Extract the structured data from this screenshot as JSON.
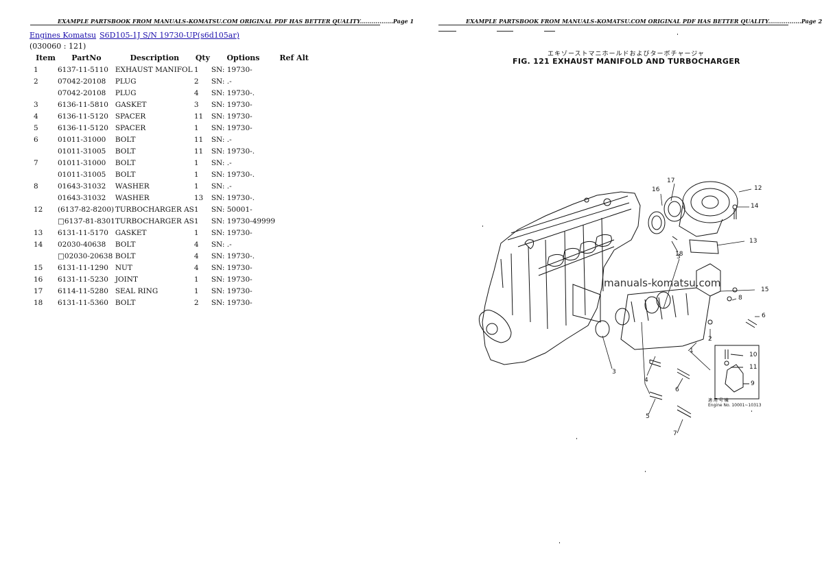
{
  "header": {
    "left": "EXAMPLE PARTSBOOK FROM MANUALS-KOMATSU.COM ORIGINAL PDF HAS BETTER QUALITY.................Page 1",
    "right": "EXAMPLE PARTSBOOK FROM MANUALS-KOMATSU.COM ORIGINAL PDF HAS BETTER QUALITY.................Page 2"
  },
  "breadcrumb": {
    "link1": "Engines Komatsu",
    "link2": "S6D105-1J S/N 19730-UP(s6d105ar)"
  },
  "ref_code": "(030060 : 121)",
  "table": {
    "headers": {
      "item": "Item",
      "partno": "PartNo",
      "description": "Description",
      "qty": "Qty",
      "options": "Options",
      "refalt": "Ref Alt"
    },
    "rows": [
      {
        "item": "1",
        "partno": "6137-11-5110",
        "description": "EXHAUST MANIFOL",
        "qty": "1",
        "options": "SN: 19730-",
        "refalt": ""
      },
      {
        "item": "2",
        "partno": "07042-20108",
        "description": "PLUG",
        "qty": "2",
        "options": "SN: .-",
        "refalt": ""
      },
      {
        "item": "",
        "partno": "07042-20108",
        "description": "PLUG",
        "qty": "4",
        "options": "SN: 19730-.",
        "refalt": ""
      },
      {
        "item": "3",
        "partno": "6136-11-5810",
        "description": "GASKET",
        "qty": "3",
        "options": "SN: 19730-",
        "refalt": ""
      },
      {
        "item": "4",
        "partno": "6136-11-5120",
        "description": "SPACER",
        "qty": "11",
        "options": "SN: 19730-",
        "refalt": ""
      },
      {
        "item": "5",
        "partno": "6136-11-5120",
        "description": "SPACER",
        "qty": "1",
        "options": "SN: 19730-",
        "refalt": ""
      },
      {
        "item": "6",
        "partno": "01011-31000",
        "description": "BOLT",
        "qty": "11",
        "options": "SN: .-",
        "refalt": ""
      },
      {
        "item": "",
        "partno": "01011-31005",
        "description": "BOLT",
        "qty": "11",
        "options": "SN: 19730-.",
        "refalt": ""
      },
      {
        "item": "7",
        "partno": "01011-31000",
        "description": "BOLT",
        "qty": "1",
        "options": "SN: .-",
        "refalt": ""
      },
      {
        "item": "",
        "partno": "01011-31005",
        "description": "BOLT",
        "qty": "1",
        "options": "SN: 19730-.",
        "refalt": ""
      },
      {
        "item": "8",
        "partno": "01643-31032",
        "description": "WASHER",
        "qty": "1",
        "options": "SN: .-",
        "refalt": ""
      },
      {
        "item": "",
        "partno": "01643-31032",
        "description": "WASHER",
        "qty": "13",
        "options": "SN: 19730-.",
        "refalt": ""
      },
      {
        "item": "12",
        "partno": "(6137-82-8200)",
        "description": "TURBOCHARGER AS",
        "qty": "1",
        "options": "SN: 50001-",
        "refalt": ""
      },
      {
        "item": "",
        "partno": "□6137-81-8301",
        "description": "TURBOCHARGER AS",
        "qty": "1",
        "options": "SN: 19730-49999",
        "refalt": ""
      },
      {
        "item": "13",
        "partno": "6131-11-5170",
        "description": "GASKET",
        "qty": "1",
        "options": "SN: 19730-",
        "refalt": ""
      },
      {
        "item": "14",
        "partno": "02030-40638",
        "description": "BOLT",
        "qty": "4",
        "options": "SN: .-",
        "refalt": ""
      },
      {
        "item": "",
        "partno": "□02030-20638",
        "description": "BOLT",
        "qty": "4",
        "options": "SN: 19730-.",
        "refalt": ""
      },
      {
        "item": "15",
        "partno": "6131-11-1290",
        "description": "NUT",
        "qty": "4",
        "options": "SN: 19730-",
        "refalt": ""
      },
      {
        "item": "16",
        "partno": "6131-11-5230",
        "description": "JOINT",
        "qty": "1",
        "options": "SN: 19730-",
        "refalt": ""
      },
      {
        "item": "17",
        "partno": "6114-11-5280",
        "description": "SEAL RING",
        "qty": "1",
        "options": "SN: 19730-",
        "refalt": ""
      },
      {
        "item": "18",
        "partno": "6131-11-5360",
        "description": "BOLT",
        "qty": "2",
        "options": "SN: 19730-",
        "refalt": ""
      }
    ]
  },
  "figure": {
    "jp_title": "エキゾーストマニホールドおよびターボチャージャ",
    "title": "FIG. 121  EXHAUST MANIFOLD AND TURBOCHARGER",
    "watermark": "manuals-komatsu.com",
    "inset_note_line1": "適 用 号 機",
    "inset_note_line2": "Engine No. 10001~10313",
    "callouts": {
      "c1": "1",
      "c2": "2",
      "c3a": "3",
      "c3b": "3",
      "c4": "4",
      "c5": "5",
      "c6a": "6",
      "c6b": "6",
      "c7": "7",
      "c8": "8",
      "c9": "9",
      "c10": "10",
      "c11": "11",
      "c12": "12",
      "c13": "13",
      "c14": "14",
      "c15": "15",
      "c16": "16",
      "c17": "17",
      "c18": "18"
    }
  }
}
